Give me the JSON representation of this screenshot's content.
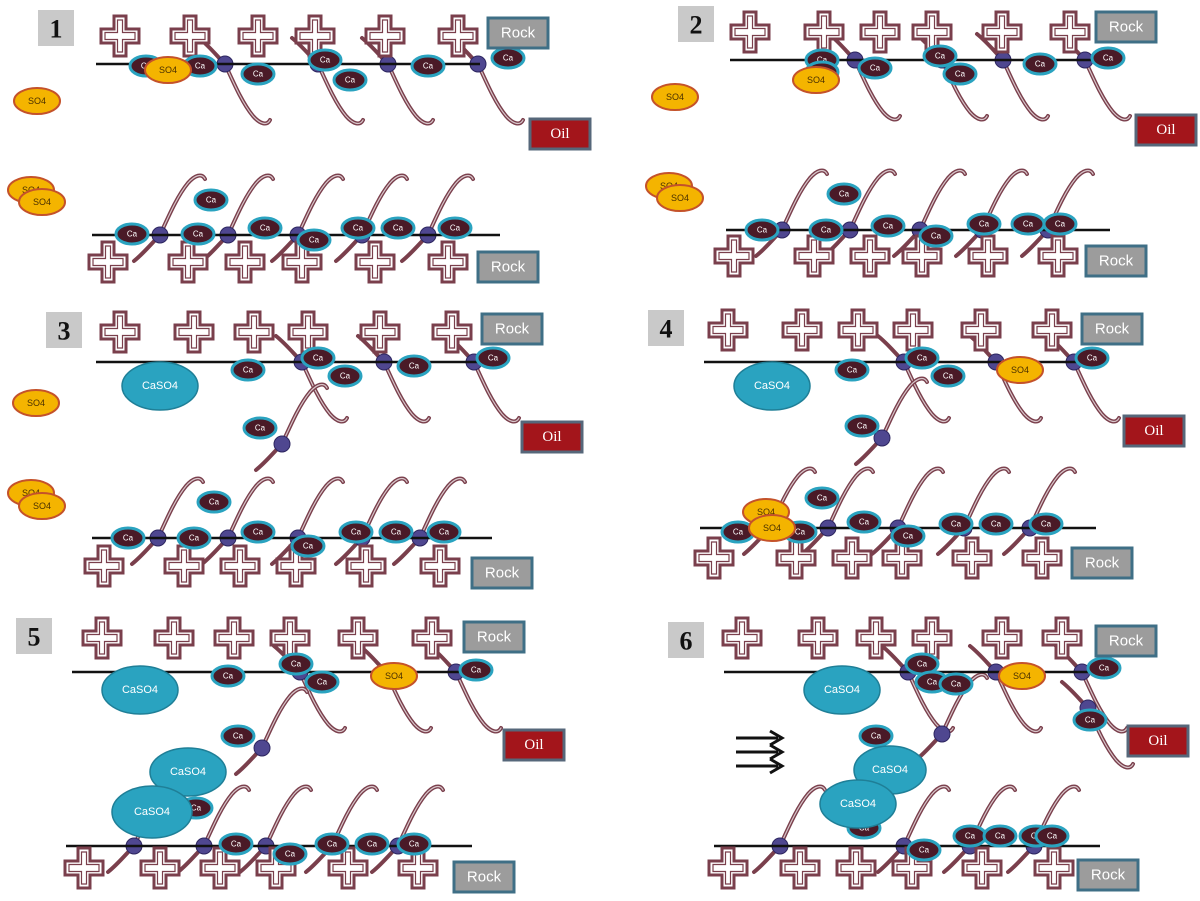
{
  "labels": {
    "rock": "Rock",
    "oil": "Oil",
    "ca": "Ca",
    "so4": "SO4",
    "caso4": "CaSO4"
  },
  "colors": {
    "rock_box_fill": "#9c9c9c",
    "rock_box_border": "#3f6f86",
    "oil_box_fill": "#a3151b",
    "oil_box_border": "#56677a",
    "chain": "#7a3f4c",
    "ca_fill": "#4a1a27",
    "ca_ring": "#2aa3c0",
    "so4_fill": "#f4b400",
    "so4_ring": "#c4522a",
    "caso4_fill": "#2aa3c0",
    "head_node": "#4f4790",
    "number_tag": "#c9c9c9"
  },
  "panels": [
    {
      "number": "1"
    },
    {
      "number": "2"
    },
    {
      "number": "3"
    },
    {
      "number": "4"
    },
    {
      "number": "5"
    },
    {
      "number": "6"
    }
  ]
}
